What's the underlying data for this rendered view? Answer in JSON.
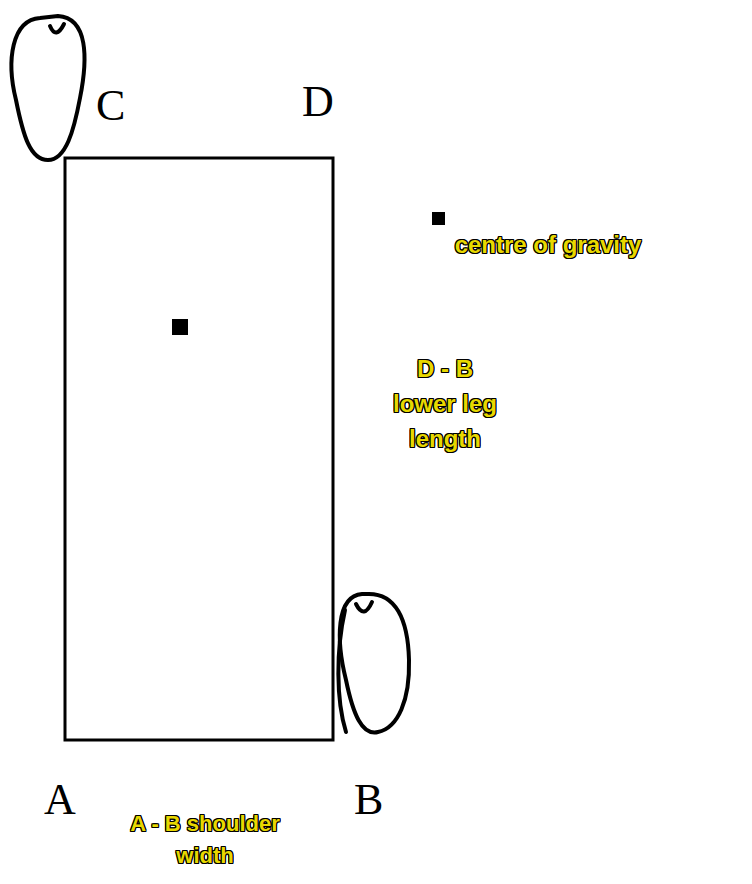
{
  "diagram": {
    "labels": [
      "C",
      "D",
      "centre of gravity",
      "D - B lower leg length",
      "A - B shoulder width",
      "A",
      "B"
    ]
  }
}
